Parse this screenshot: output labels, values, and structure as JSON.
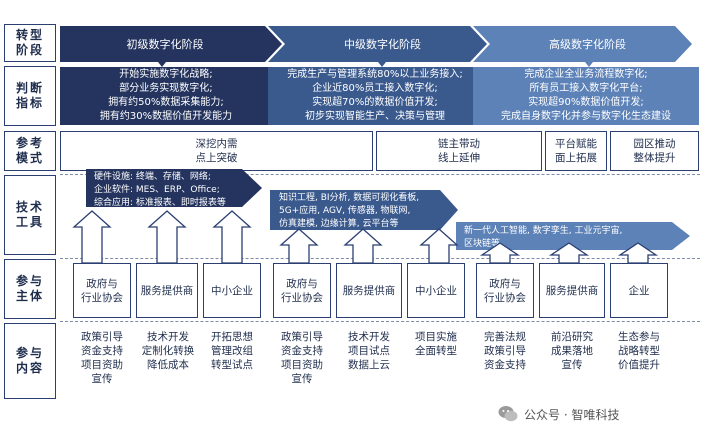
{
  "rows": {
    "stage": "转型\n阶段",
    "judge": "判断\n指标",
    "mode": "参考\n模式",
    "tech": "技术\n工具",
    "actor": "参与\n主体",
    "content": "参与\n内容"
  },
  "stages": [
    "初级数字化阶段",
    "中级数字化阶段",
    "高级数字化阶段"
  ],
  "judgments": [
    "开始实施数字化战略;\n部分业务实现数字化;\n拥有约50%数据采集能力;\n拥有约30%数据价值开发能力",
    "完成生产与管理系统80%以上业务接入;\n企业近80%员工接入数字化;\n实现超70%的数据价值开发;\n初步实现智能生产、决策与管理",
    "完成企业全业务流程数字化;\n所有员工接入数字化平台;\n实现超90%数据价值开发;\n完成自身数字化并参与数字化生态建设"
  ],
  "modes": [
    "深挖内需\n点上突破",
    "链主带动\n线上延伸",
    "平台赋能\n面上拓展",
    "园区推动\n整体提升"
  ],
  "tech": [
    "硬件设施: 终端、存储、网络;\n企业软件: MES、ERP、Office;\n综合应用: 标准报表、即时报表等",
    "知识工程, BI分析, 数据可视化看板,\n5G+应用, AGV, 传感器, 物联网,\n仿真建模, 边缘计算, 云平台等",
    "新一代人工智能, 数字孪生, 工业元宇宙,\n区块链等"
  ],
  "actors": [
    "政府与\n行业协会",
    "服务提供商",
    "中小企业",
    "政府与\n行业协会",
    "服务提供商",
    "中小企业",
    "政府与\n行业协会",
    "服务提供商",
    "企业"
  ],
  "contents": [
    "政策引导\n资金支持\n项目资助\n宣传",
    "技术开发\n定制化转换\n降低成本",
    "开拓思想\n管理改组\n转型试点",
    "政策引导\n资金支持\n项目资助\n宣传",
    "技术开发\n项目试点\n数据上云",
    "项目实施\n全面转型",
    "完善法规\n政策引导\n资金支持",
    "前沿研究\n成果落地\n宣传",
    "生态参与\n战略转型\n价值提升"
  ],
  "watermark": "公众号 · 智唯科技",
  "colors": {
    "dark": "#24345f",
    "mid": "#3a5a8e",
    "light": "#5d82b8",
    "line": "#2b3f73"
  }
}
